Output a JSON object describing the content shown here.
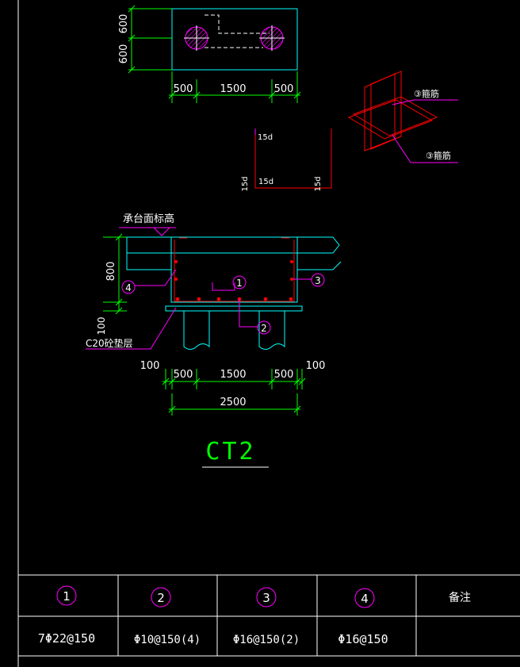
{
  "plan": {
    "dims_vertical": [
      "600",
      "600"
    ],
    "dims_horizontal": [
      "500",
      "1500",
      "500"
    ]
  },
  "rebar_3d": {
    "label_top": "③箍筋",
    "label_bottom": "③箍筋"
  },
  "bar_shape": {
    "label_top": "15d",
    "label_bottom_inner": "15d",
    "label_left": "15d",
    "label_right": "15d"
  },
  "section": {
    "elevation_label": "承台面标高",
    "height_dim": "800",
    "cushion_dim": "100",
    "cushion_label": "C20砼垫层",
    "markers": [
      "1",
      "2",
      "3",
      "4"
    ],
    "dims_outer_left": "100",
    "dims_outer_right": "100",
    "dims_inner": [
      "500",
      "1500",
      "500"
    ],
    "dim_total": "2500"
  },
  "title": "CT2",
  "table": {
    "headers": [
      "1",
      "2",
      "3",
      "4",
      "备注"
    ],
    "values": [
      "7Φ22@150",
      "Φ10@150(4)",
      "Φ16@150(2)",
      "Φ16@150",
      ""
    ]
  },
  "colors": {
    "background": "#000000",
    "frame": "#ffffff",
    "dimension": "#00ff00",
    "outline": "#00ffff",
    "rebar": "#ff0000",
    "leader": "#ff00ff",
    "title": "#00ff00"
  }
}
